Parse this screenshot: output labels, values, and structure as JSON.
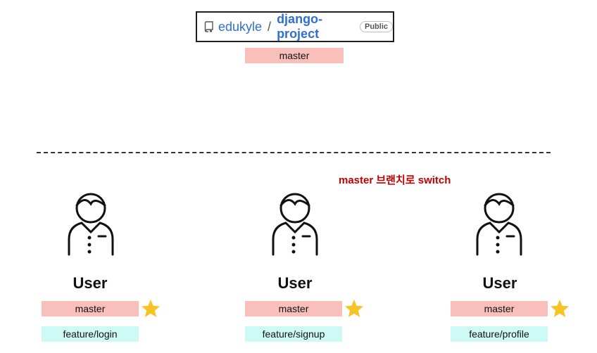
{
  "repo": {
    "owner": "edukyle",
    "separator": "/",
    "name": "django-project",
    "visibility": "Public",
    "branch": "master"
  },
  "note": "master 브랜치로 switch",
  "users": [
    {
      "label": "User",
      "current_branch": "master",
      "feature_branch": "feature/login"
    },
    {
      "label": "User",
      "current_branch": "master",
      "feature_branch": "feature/signup"
    },
    {
      "label": "User",
      "current_branch": "master",
      "feature_branch": "feature/profile"
    }
  ],
  "colors": {
    "master_bg": "#f9c0bb",
    "feature_bg": "#cdfaf5",
    "note_text": "#c00000",
    "star": "#f7c325",
    "link": "#2f6fd1"
  },
  "icons": [
    "repo-icon",
    "user-icon",
    "star-icon"
  ]
}
